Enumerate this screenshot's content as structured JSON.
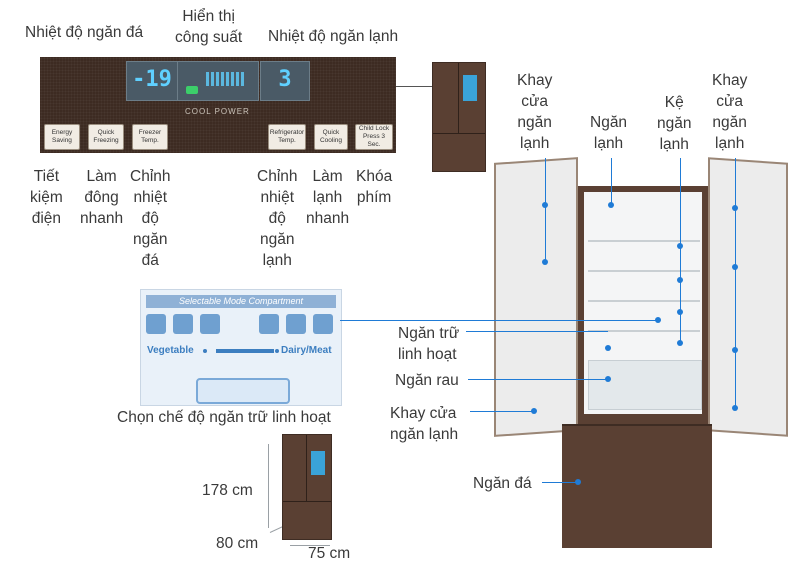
{
  "labels": {
    "freezer_temp": "Nhiệt độ ngăn đá",
    "power_display": "Hiển thị\ncông suất",
    "fridge_temp": "Nhiệt độ ngăn lạnh",
    "energy_saving": "Tiết\nkiệm\nđiện",
    "quick_freezing": "Làm\nđông\nnhanh",
    "freezer_adjust": "Chỉnh\nnhiệt\nđộ\nngăn\nđá",
    "fridge_adjust": "Chỉnh\nnhiệt\nđộ\nngăn\nlạnh",
    "quick_cooling": "Làm\nlạnh\nnhanh",
    "child_lock": "Khóa\nphím",
    "door_tray_left": "Khay\ncửa\nngăn\nlạnh",
    "fridge_compartment": "Ngăn\nlạnh",
    "fridge_shelf": "Kệ\nngăn\nlạnh",
    "door_tray_right": "Khay\ncửa\nngăn\nlạnh",
    "flex_compartment": "Ngăn trữ\nlinh hoạt",
    "vegetable_drawer": "Ngăn rau",
    "door_tray_bottom": "Khay cửa\nngăn lạnh",
    "freezer_drawer": "Ngăn đá",
    "mode_select": "Chọn chế độ ngăn trữ linh hoạt"
  },
  "panel": {
    "freezer_value": "-19",
    "fridge_value": "3",
    "cool_power": "COOL POWER",
    "buttons": {
      "energy_saving": "Energy\nSaving",
      "quick_freezing": "Quick\nFreezing",
      "freezer_temp": "Freezer\nTemp.",
      "refrigerator_temp": "Refrigerator\nTemp.",
      "quick_cooling": "Quick\nCooling",
      "child_lock": "Child Lock\nPress 3 Sec."
    }
  },
  "mode_panel": {
    "title": "Selectable Mode Compartment",
    "vegetable": "Vegetable",
    "dairy_meat": "Dairy/Meat"
  },
  "dimensions": {
    "height": "178 cm",
    "width": "80 cm",
    "depth": "75 cm"
  },
  "colors": {
    "accent": "#1f7bd6",
    "fridge_body": "#5a4033"
  }
}
